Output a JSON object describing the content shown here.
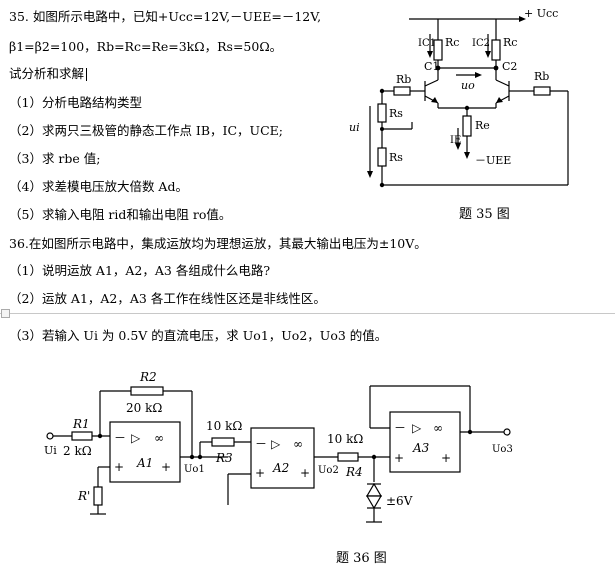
{
  "q35": {
    "line1": "35.  如图所示电路中，已知+Ucc=12V,－UEE=－12V,",
    "line2": "β1=β2=100，Rb=Rc=Re=3kΩ，Rs=50Ω。",
    "line3": "试分析和求解",
    "items": [
      "（1）分析电路结构类型",
      "（2）求两只三极管的静态工作点 IB，IC，UCE;",
      "（3）求 rbe 值;",
      "（4）求差模电压放大倍数 Ad。",
      "（5）求输入电阻 rid和输出电阻 ro值。"
    ],
    "caption": "题 35 图"
  },
  "q36": {
    "line1": "36.在如图所示电路中，集成运放均为理想运放，其最大输出电压为±10V。",
    "items": [
      "（1）说明运放 A1，A2，A3 各组成什么电路?",
      "（2）运放 A1，A2，A3 各工作在线性区还是非线性区。",
      "（3）若输入 Ui 为 0.5V 的直流电压，求 Uo1，Uo2，Uo3 的值。"
    ],
    "caption": "题 36 图"
  },
  "fig35": {
    "ucc": "+ Ucc",
    "ic1": "IC1",
    "ic2": "IC2",
    "rc1": "Rc",
    "rc2": "Rc",
    "c1": "C1",
    "c2": "C2",
    "uo": "uo",
    "rb1": "Rb",
    "rb2": "Rb",
    "rs1": "Rs",
    "rs2": "Rs",
    "ui": "ui",
    "re": "Re",
    "ie": "IE",
    "uee": "－UEE"
  },
  "fig36": {
    "r2": "R2",
    "r2v": "20 kΩ",
    "r1": "R1",
    "r1v": "2 kΩ",
    "ui": "Ui",
    "a1": "A1",
    "uo1": "Uo1",
    "r3v": "10 kΩ",
    "r3": "R3",
    "a2": "A2",
    "uo2": "Uo2",
    "r4v": "10 kΩ",
    "r4": "R4",
    "a3": "A3",
    "uo3": "Uo3",
    "rp": "R'",
    "dz": "±6V",
    "tri": "▷",
    "inf": "∞",
    "minus": "－",
    "plus": "+"
  }
}
